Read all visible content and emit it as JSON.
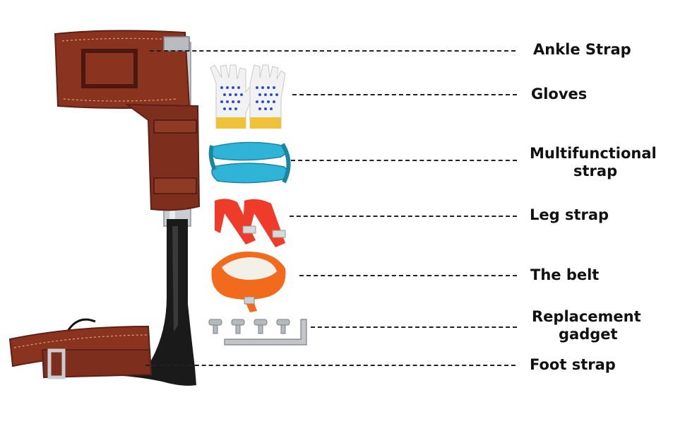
{
  "labels": {
    "ankle_strap": "Ankle Strap",
    "gloves": "Gloves",
    "multifunctional_strap": {
      "line1": "Multifunctional",
      "line2": "strap"
    },
    "leg_strap": "Leg strap",
    "the_belt": "The belt",
    "replacement_gadget": {
      "line1": "Replacement",
      "line2": "gadget"
    },
    "foot_strap": "Foot strap"
  },
  "colors": {
    "leather": "#8a3420",
    "leather_dark": "#5e2014",
    "steel": "#c9ccd0",
    "spike": "#1a1a1a",
    "glove_white": "#f2f2f2",
    "glove_dots": "#2f4fc9",
    "glove_cuff": "#f0c23a",
    "cyan_strap": "#2fb3d6",
    "red_strap": "#ef3b2a",
    "belt_orange": "#f26a1b",
    "belt_pad": "#f3f0e8"
  }
}
